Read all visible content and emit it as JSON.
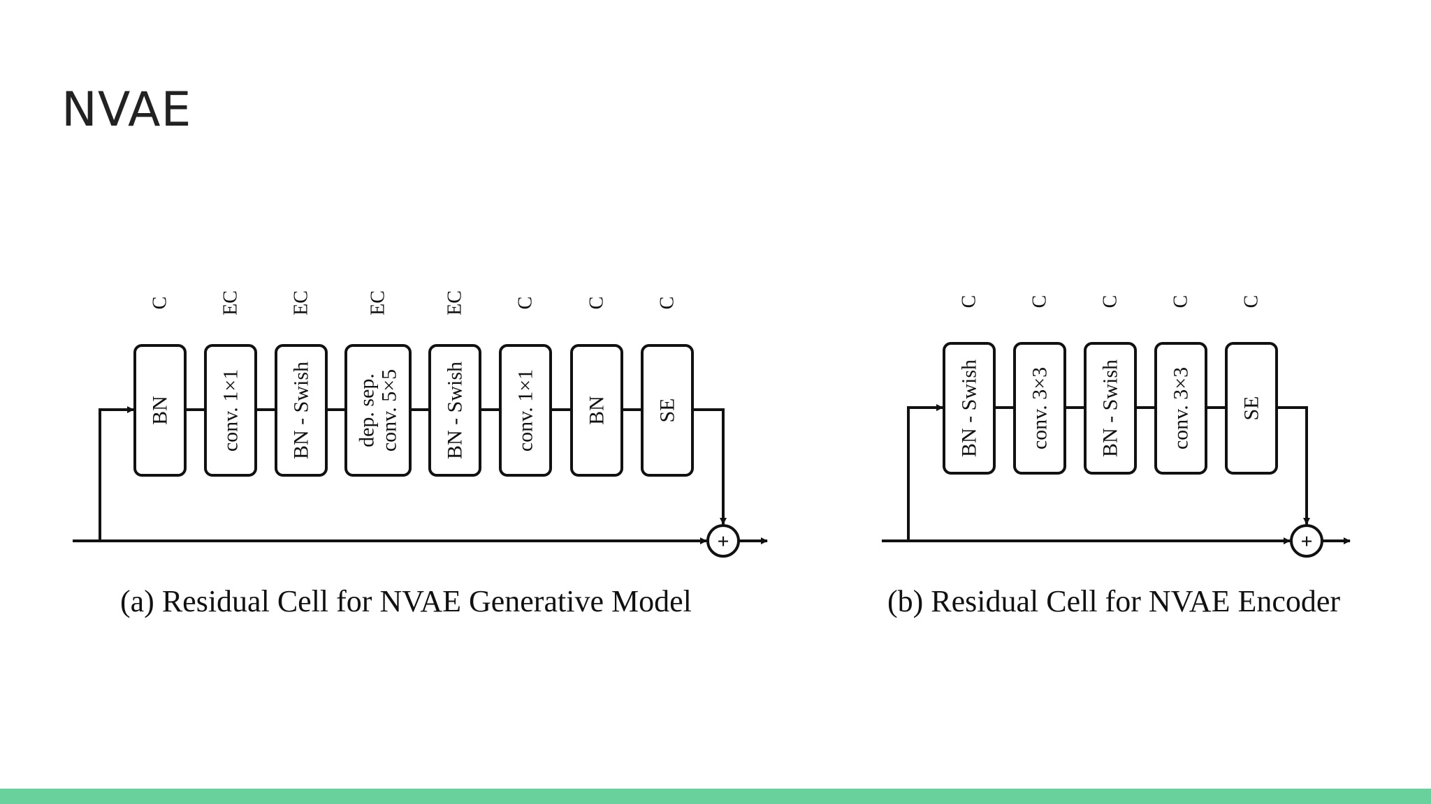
{
  "slide": {
    "title": "NVAE",
    "accent_color": "#69d29c"
  },
  "cell_a": {
    "caption": "(a) Residual Cell for NVAE Generative Model",
    "blocks": [
      {
        "channels": "C",
        "lines": [
          "BN"
        ]
      },
      {
        "channels": "EC",
        "lines": [
          "conv. 1×1"
        ]
      },
      {
        "channels": "EC",
        "lines": [
          "BN - Swish"
        ]
      },
      {
        "channels": "EC",
        "lines": [
          "dep. sep.",
          "conv. 5×5"
        ]
      },
      {
        "channels": "EC",
        "lines": [
          "BN - Swish"
        ]
      },
      {
        "channels": "C",
        "lines": [
          "conv. 1×1"
        ]
      },
      {
        "channels": "C",
        "lines": [
          "BN"
        ]
      },
      {
        "channels": "C",
        "lines": [
          "SE"
        ]
      }
    ],
    "add_symbol": "+"
  },
  "cell_b": {
    "caption": "(b) Residual Cell for NVAE Encoder",
    "blocks": [
      {
        "channels": "C",
        "lines": [
          "BN - Swish"
        ]
      },
      {
        "channels": "C",
        "lines": [
          "conv. 3×3"
        ]
      },
      {
        "channels": "C",
        "lines": [
          "BN - Swish"
        ]
      },
      {
        "channels": "C",
        "lines": [
          "conv. 3×3"
        ]
      },
      {
        "channels": "C",
        "lines": [
          "SE"
        ]
      }
    ],
    "add_symbol": "+"
  }
}
